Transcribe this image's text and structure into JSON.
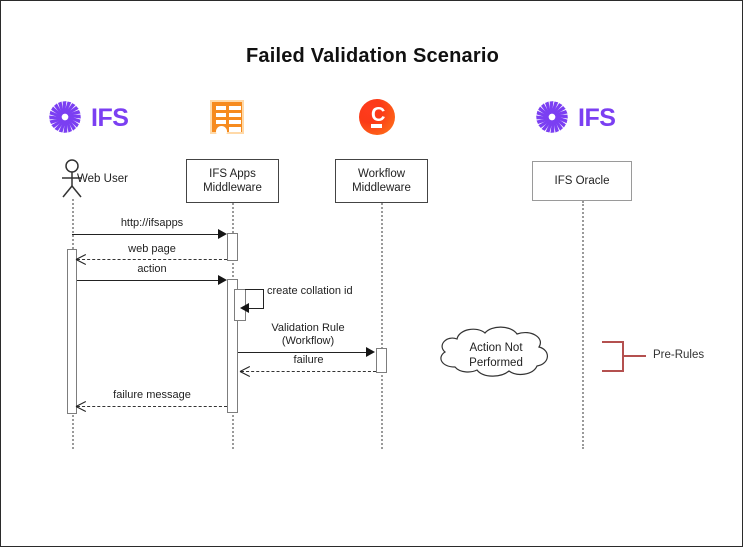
{
  "diagram": {
    "title": "Failed Validation Scenario",
    "type": "sequence-diagram"
  },
  "logos": [
    {
      "name": "ifs-logo-left",
      "text": "IFS",
      "color": "#7b3ff2"
    },
    {
      "name": "certificate-icon",
      "text": "",
      "color": "#f68b1f"
    },
    {
      "name": "camunda-icon",
      "text": "C",
      "color": "#fb3a17"
    },
    {
      "name": "ifs-logo-right",
      "text": "IFS",
      "color": "#7b3ff2"
    }
  ],
  "participants": [
    {
      "id": "web-user",
      "label": "Web User",
      "kind": "actor"
    },
    {
      "id": "ifs-apps-middleware",
      "label": "IFS Apps\nMiddleware",
      "line1": "IFS Apps",
      "line2": "Middleware",
      "kind": "box"
    },
    {
      "id": "workflow-middleware",
      "label": "Workflow\nMiddleware",
      "line1": "Workflow",
      "line2": "Middleware",
      "kind": "box"
    },
    {
      "id": "ifs-oracle",
      "label": "IFS Oracle",
      "line1": "IFS Oracle",
      "line2": "",
      "kind": "box"
    }
  ],
  "messages": [
    {
      "id": "m1",
      "label": "http://ifsapps",
      "from": "web-user",
      "to": "ifs-apps-middleware",
      "style": "solid",
      "direction": "right"
    },
    {
      "id": "m2",
      "label": "web page",
      "from": "ifs-apps-middleware",
      "to": "web-user",
      "style": "dashed",
      "direction": "left"
    },
    {
      "id": "m3",
      "label": "action",
      "from": "web-user",
      "to": "ifs-apps-middleware",
      "style": "solid",
      "direction": "right"
    },
    {
      "id": "m4",
      "label": "create collation id",
      "from": "ifs-apps-middleware",
      "to": "ifs-apps-middleware",
      "style": "solid",
      "direction": "self"
    },
    {
      "id": "m5",
      "line1": "Validation Rule",
      "line2": "(Workflow)",
      "label": "Validation Rule (Workflow)",
      "from": "ifs-apps-middleware",
      "to": "workflow-middleware",
      "style": "solid",
      "direction": "right"
    },
    {
      "id": "m6",
      "label": "failure",
      "from": "workflow-middleware",
      "to": "ifs-apps-middleware",
      "style": "dashed",
      "direction": "left"
    },
    {
      "id": "m7",
      "label": "failure message",
      "from": "ifs-apps-middleware",
      "to": "web-user",
      "style": "dashed",
      "direction": "left"
    }
  ],
  "annotations": {
    "cloud": {
      "line1": "Action Not",
      "line2": "Performed"
    },
    "bracket": {
      "label": "Pre-Rules",
      "color": "#b4504f"
    }
  }
}
